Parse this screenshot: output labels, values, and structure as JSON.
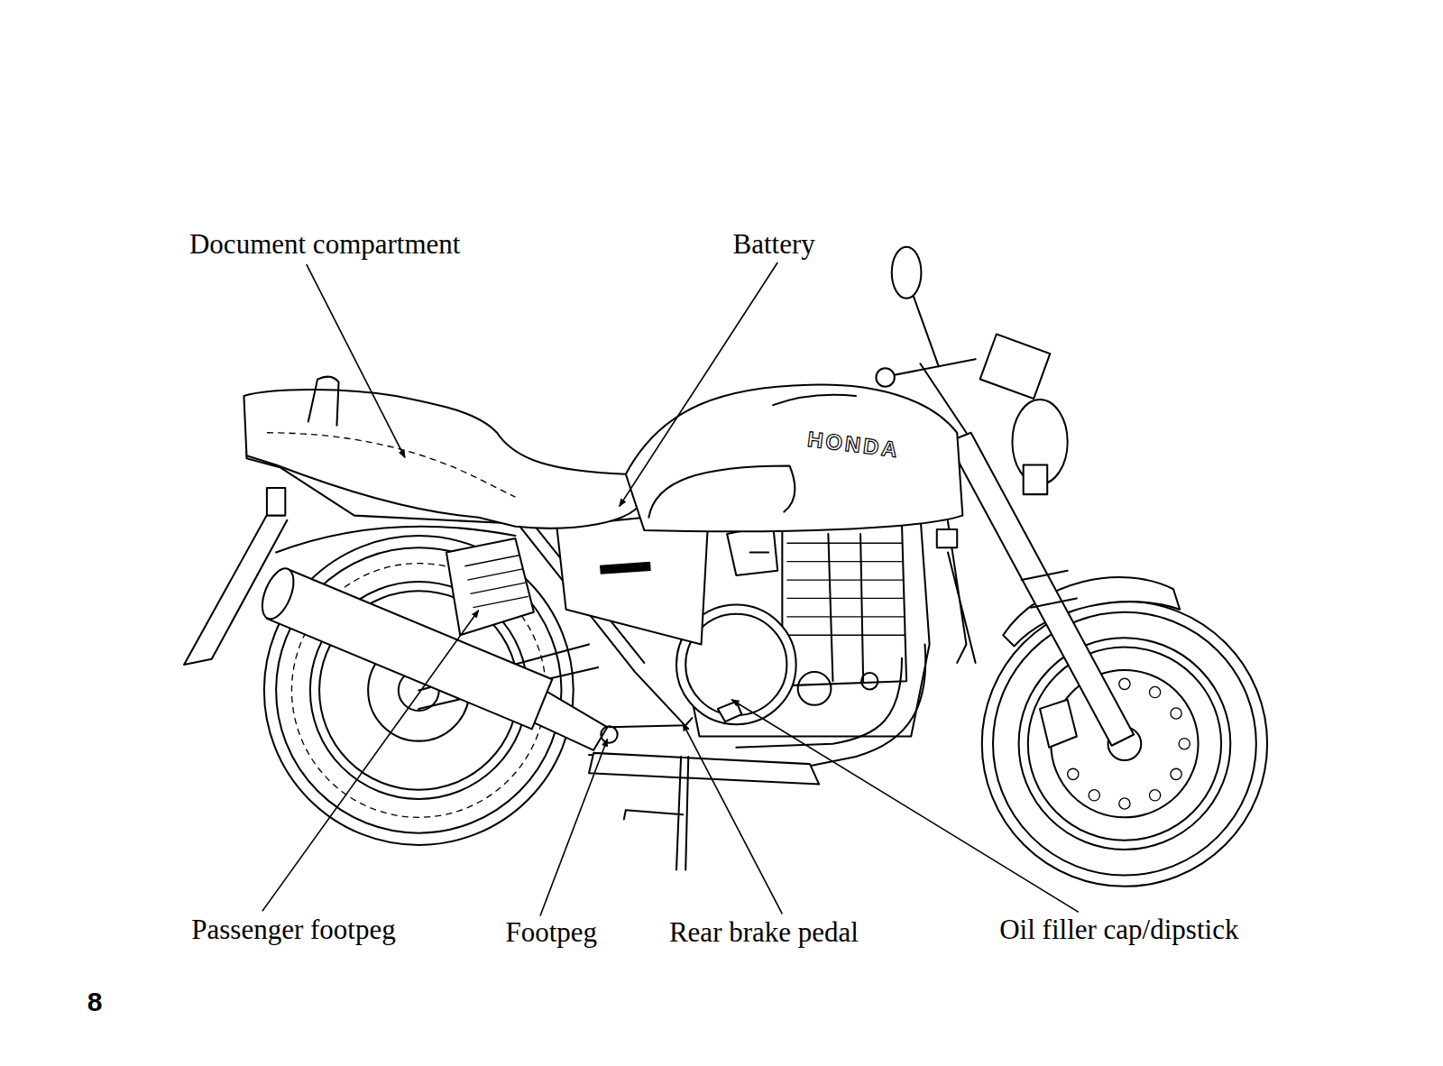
{
  "diagram": {
    "labels": [
      "Document compartment",
      "Battery",
      "HONDA",
      "Passenger footpeg",
      "Footpeg",
      "Rear brake pedal",
      "Oil filler cap/dipstick",
      "8"
    ]
  }
}
